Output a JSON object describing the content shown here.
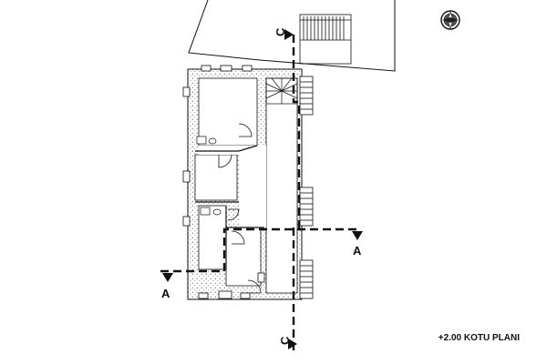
{
  "plan": {
    "title": "+2.00 KOTU PLANI",
    "section_a_label": "A",
    "section_c_label": "C",
    "north_icon": "compass-rose-icon",
    "colors": {
      "line": "#111111",
      "hatch": "#7a7a7a"
    }
  }
}
